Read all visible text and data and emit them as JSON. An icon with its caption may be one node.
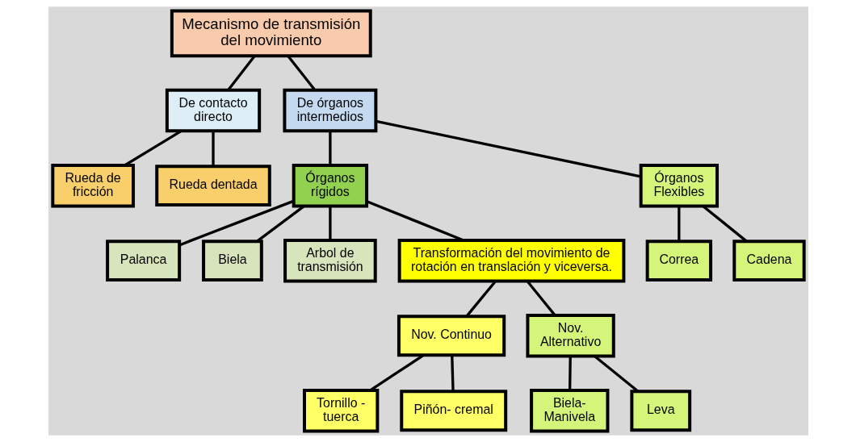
{
  "diagram": {
    "nodes": [
      {
        "text": [
          "Mecanismo de transmisión del movimiento"
        ]
      },
      {
        "text": [
          "De contacto directo"
        ]
      },
      {
        "text": [
          "De órganos intermedios"
        ]
      },
      {
        "text": [
          "Palanca"
        ]
      },
      {
        "text": [
          "Biela"
        ]
      },
      {
        "text": [
          "Arbol de transmisión"
        ]
      },
      {
        "text": [
          "Órganos rígidos"
        ]
      },
      {
        "text": [
          "Órganos Flexibles"
        ]
      },
      {
        "text": [
          "Transformación del movimiento de rotación en translación y viceversa."
        ]
      },
      {
        "text": [
          "Nov. Continuo"
        ]
      },
      {
        "text": [
          "Nov. Alternativo"
        ]
      },
      {
        "text": [
          "Rueda de fricción"
        ]
      },
      {
        "text": [
          "Rueda dentada"
        ]
      },
      {
        "text": [
          "Correa"
        ]
      },
      {
        "text": [
          "Cadena"
        ]
      },
      {
        "text": [
          "Tornillo - tuerca"
        ]
      },
      {
        "text": [
          "Piñón- cremal"
        ]
      },
      {
        "text": [
          "Biela- Manivela"
        ]
      },
      {
        "text": [
          "Leva"
        ]
      }
    ],
    "edges": [
      {
        "from": 0,
        "to": 1,
        "arrow": "none"
      },
      {
        "from": 0,
        "to": 2,
        "arrow": "none"
      },
      {
        "from": 1,
        "to": 11,
        "arrow": "none"
      },
      {
        "from": 1,
        "to": 12,
        "arrow": "none"
      },
      {
        "from": 2,
        "to": 7,
        "arrow": "none"
      },
      {
        "from": 2,
        "to": 6,
        "arrow": "none"
      },
      {
        "from": 6,
        "to": 3,
        "arrow": "none"
      },
      {
        "from": 6,
        "to": 4,
        "arrow": "none"
      },
      {
        "from": 6,
        "to": 5,
        "arrow": "none"
      },
      {
        "from": 6,
        "to": 8,
        "arrow": "none"
      },
      {
        "from": 7,
        "to": 13,
        "arrow": "none"
      },
      {
        "from": 7,
        "to": 14,
        "arrow": "none"
      },
      {
        "from": 8,
        "to": 9,
        "arrow": "none"
      },
      {
        "from": 8,
        "to": 10,
        "arrow": "none"
      },
      {
        "from": 9,
        "to": 15,
        "arrow": "none"
      },
      {
        "from": 9,
        "to": 16,
        "arrow": "none"
      },
      {
        "from": 10,
        "to": 17,
        "arrow": "none"
      },
      {
        "from": 10,
        "to": 18,
        "arrow": "none"
      }
    ]
  }
}
